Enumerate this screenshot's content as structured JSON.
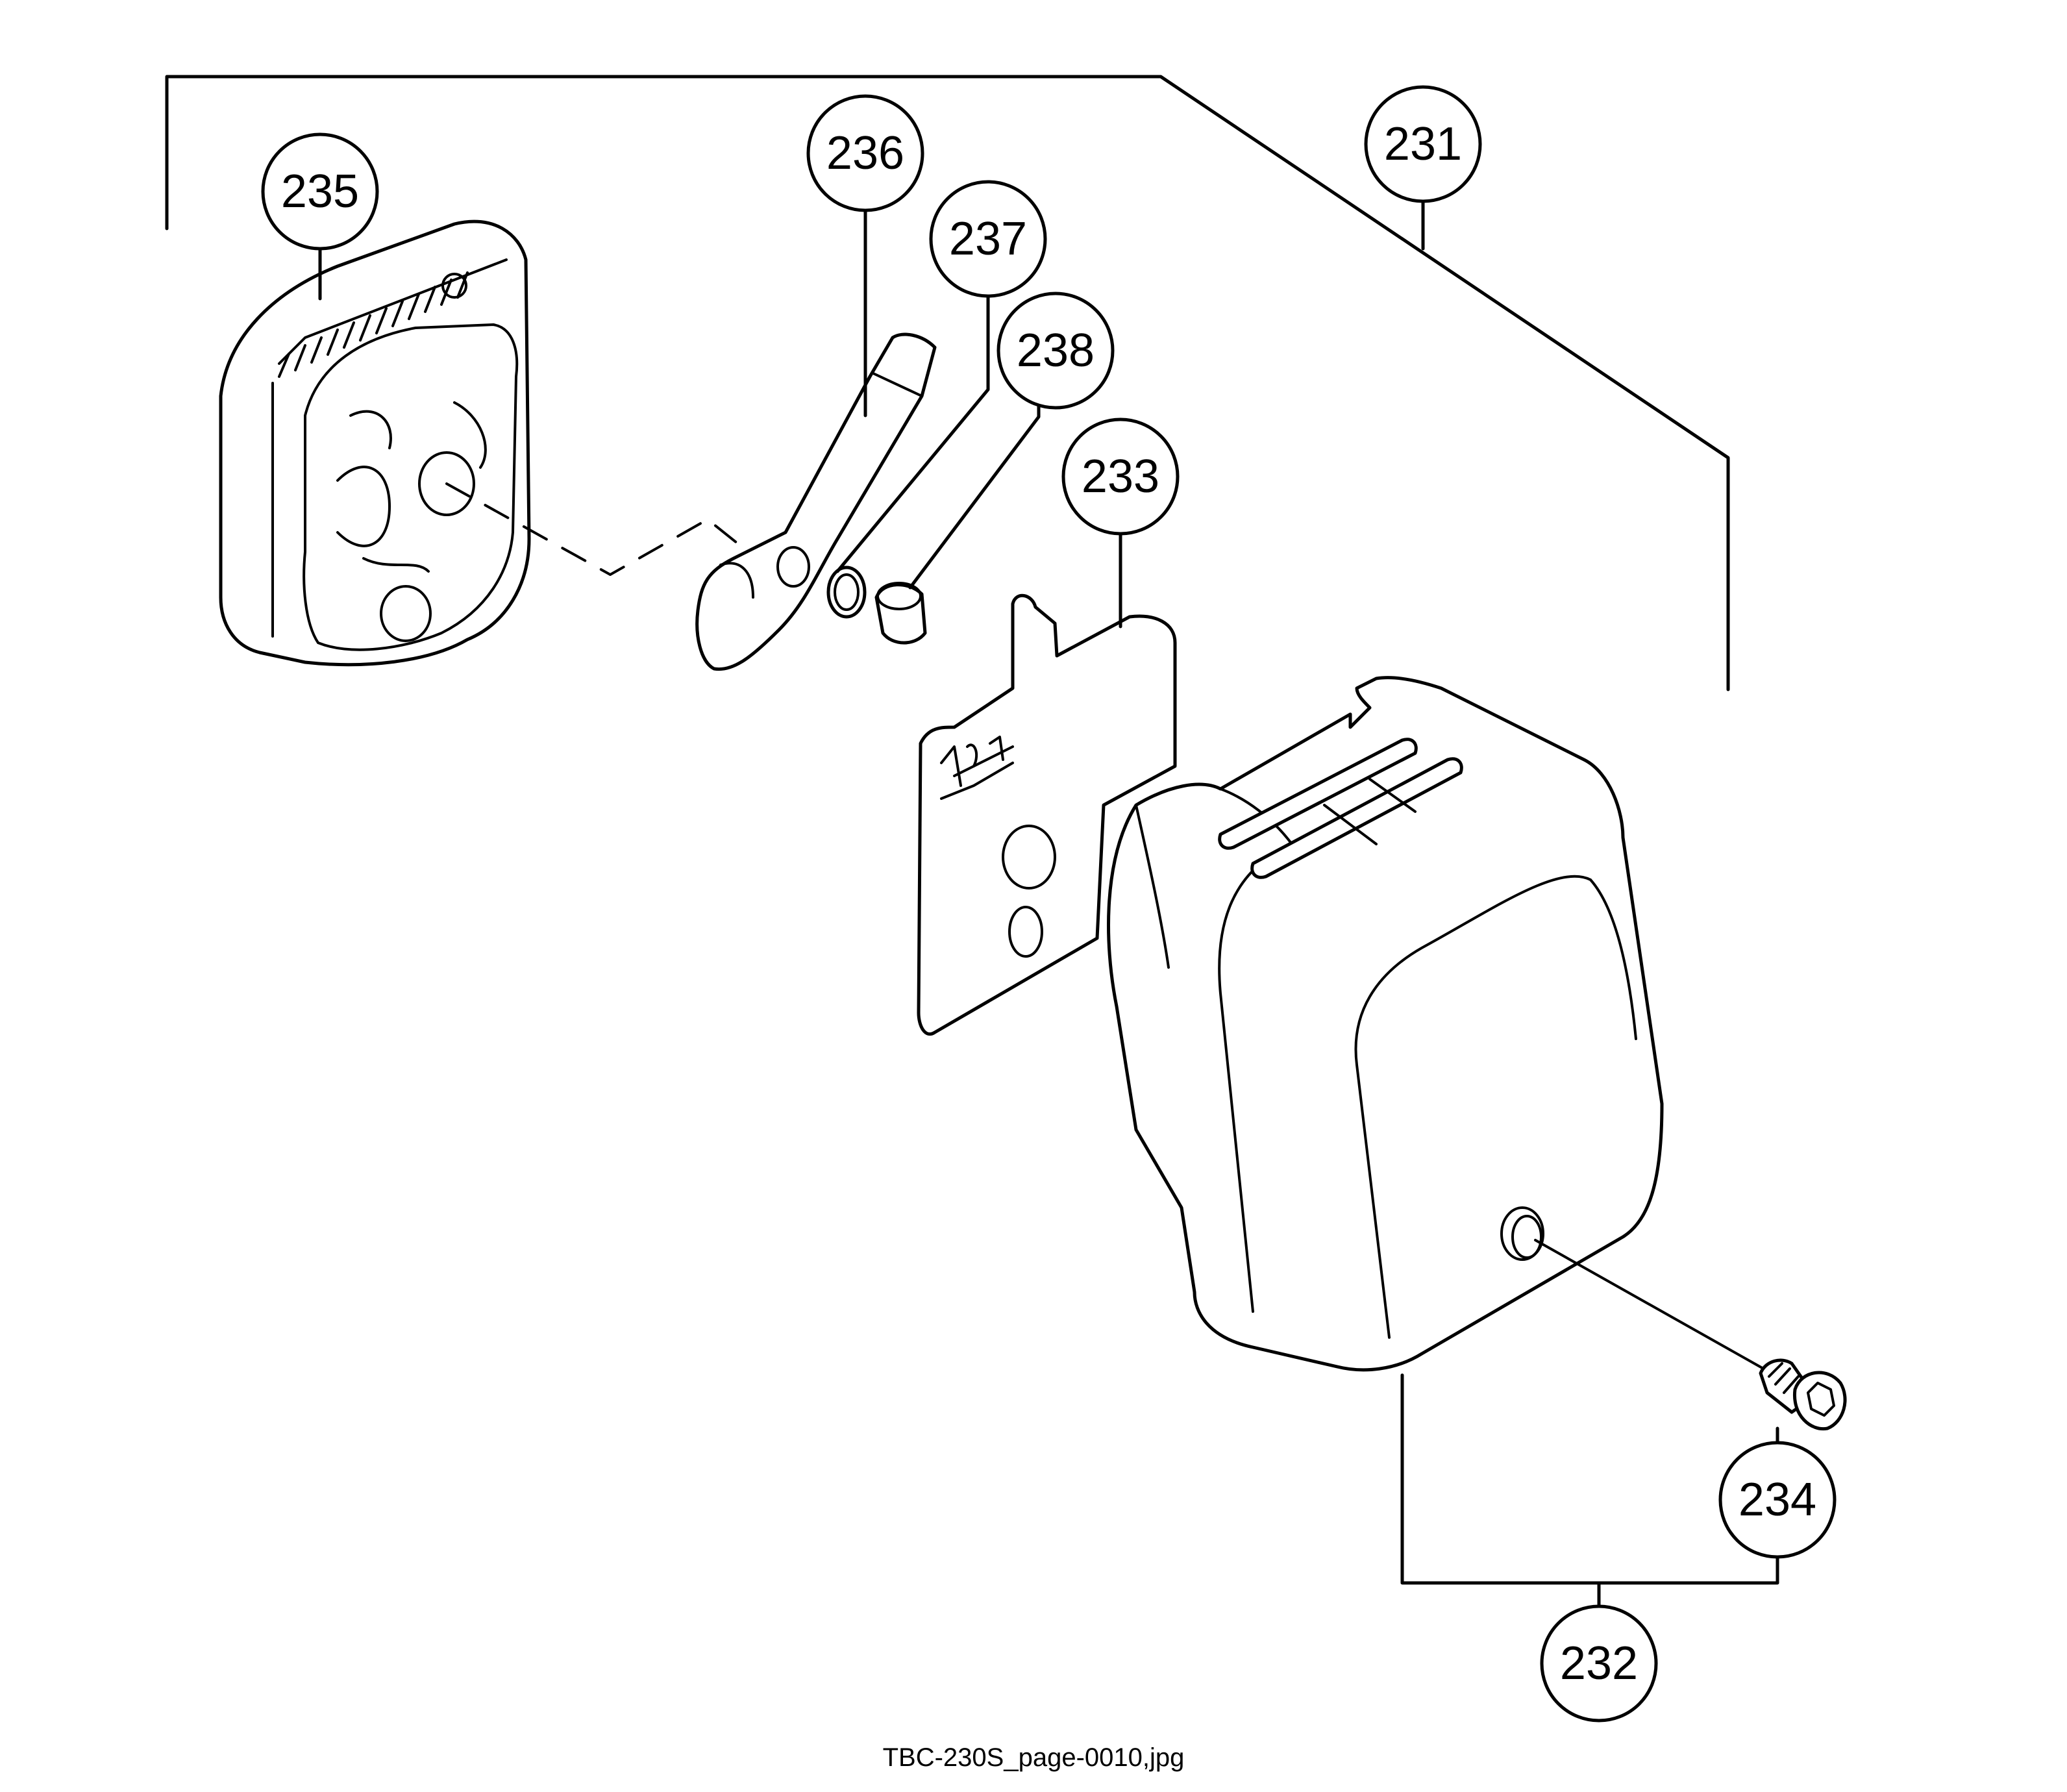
{
  "callouts": {
    "c231": "231",
    "c232": "232",
    "c233": "233",
    "c234": "234",
    "c235": "235",
    "c236": "236",
    "c237": "237",
    "c238": "238"
  },
  "caption": "TBC-230S_page-0010,jpg"
}
